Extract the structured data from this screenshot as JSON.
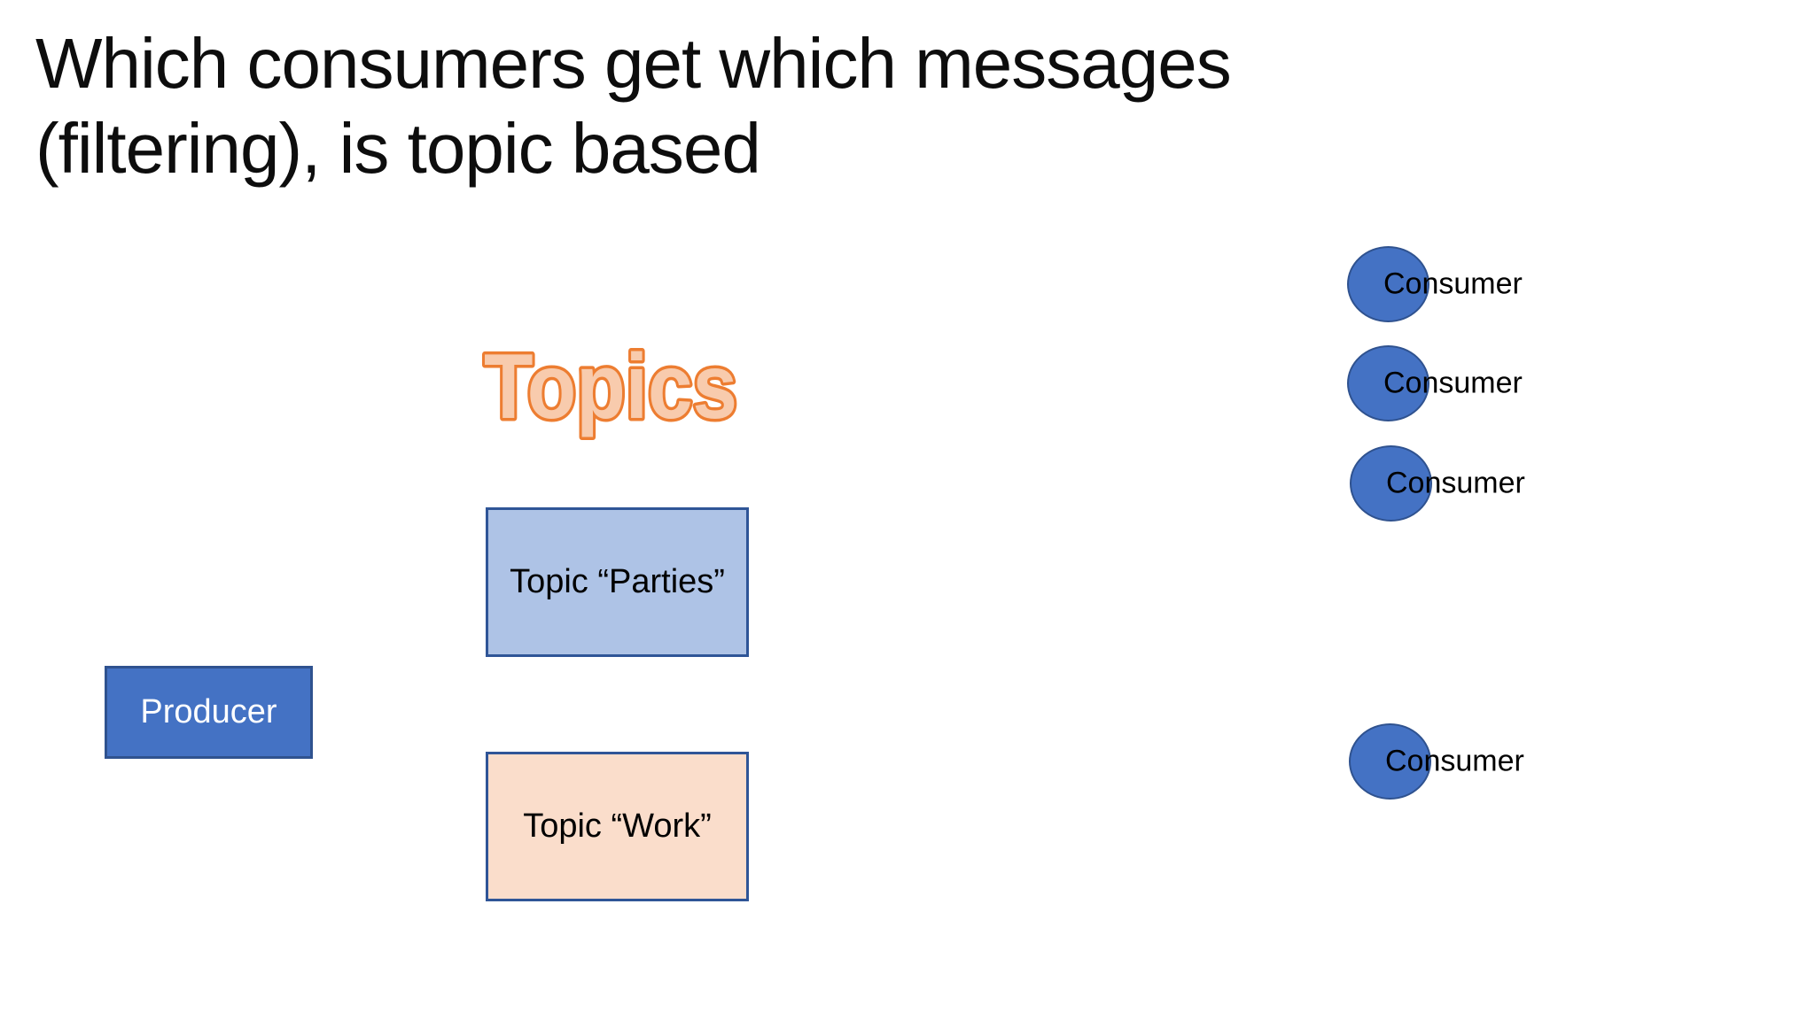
{
  "slide": {
    "title": "Which consumers get which messages (filtering), is topic based",
    "topics_heading": "Topics",
    "producer": {
      "label": "Producer"
    },
    "topics": [
      {
        "label": "Topic “Parties”"
      },
      {
        "label": "Topic “Work”"
      }
    ],
    "consumers": [
      {
        "label": "Consumer"
      },
      {
        "label": "Consumer"
      },
      {
        "label": "Consumer"
      },
      {
        "label": "Consumer"
      }
    ]
  },
  "colors": {
    "accent_blue": "#4472C4",
    "shape_border_blue": "#2F528F",
    "box_border_blue": "#2F5597",
    "light_blue": "#AEC3E6",
    "light_peach": "#FADDCB",
    "orange_fill": "#F8CBAD",
    "orange_outline": "#ED7D31",
    "text_black": "#0d0d0d",
    "text_white": "#FFFFFF",
    "bg": "#FFFFFF"
  }
}
